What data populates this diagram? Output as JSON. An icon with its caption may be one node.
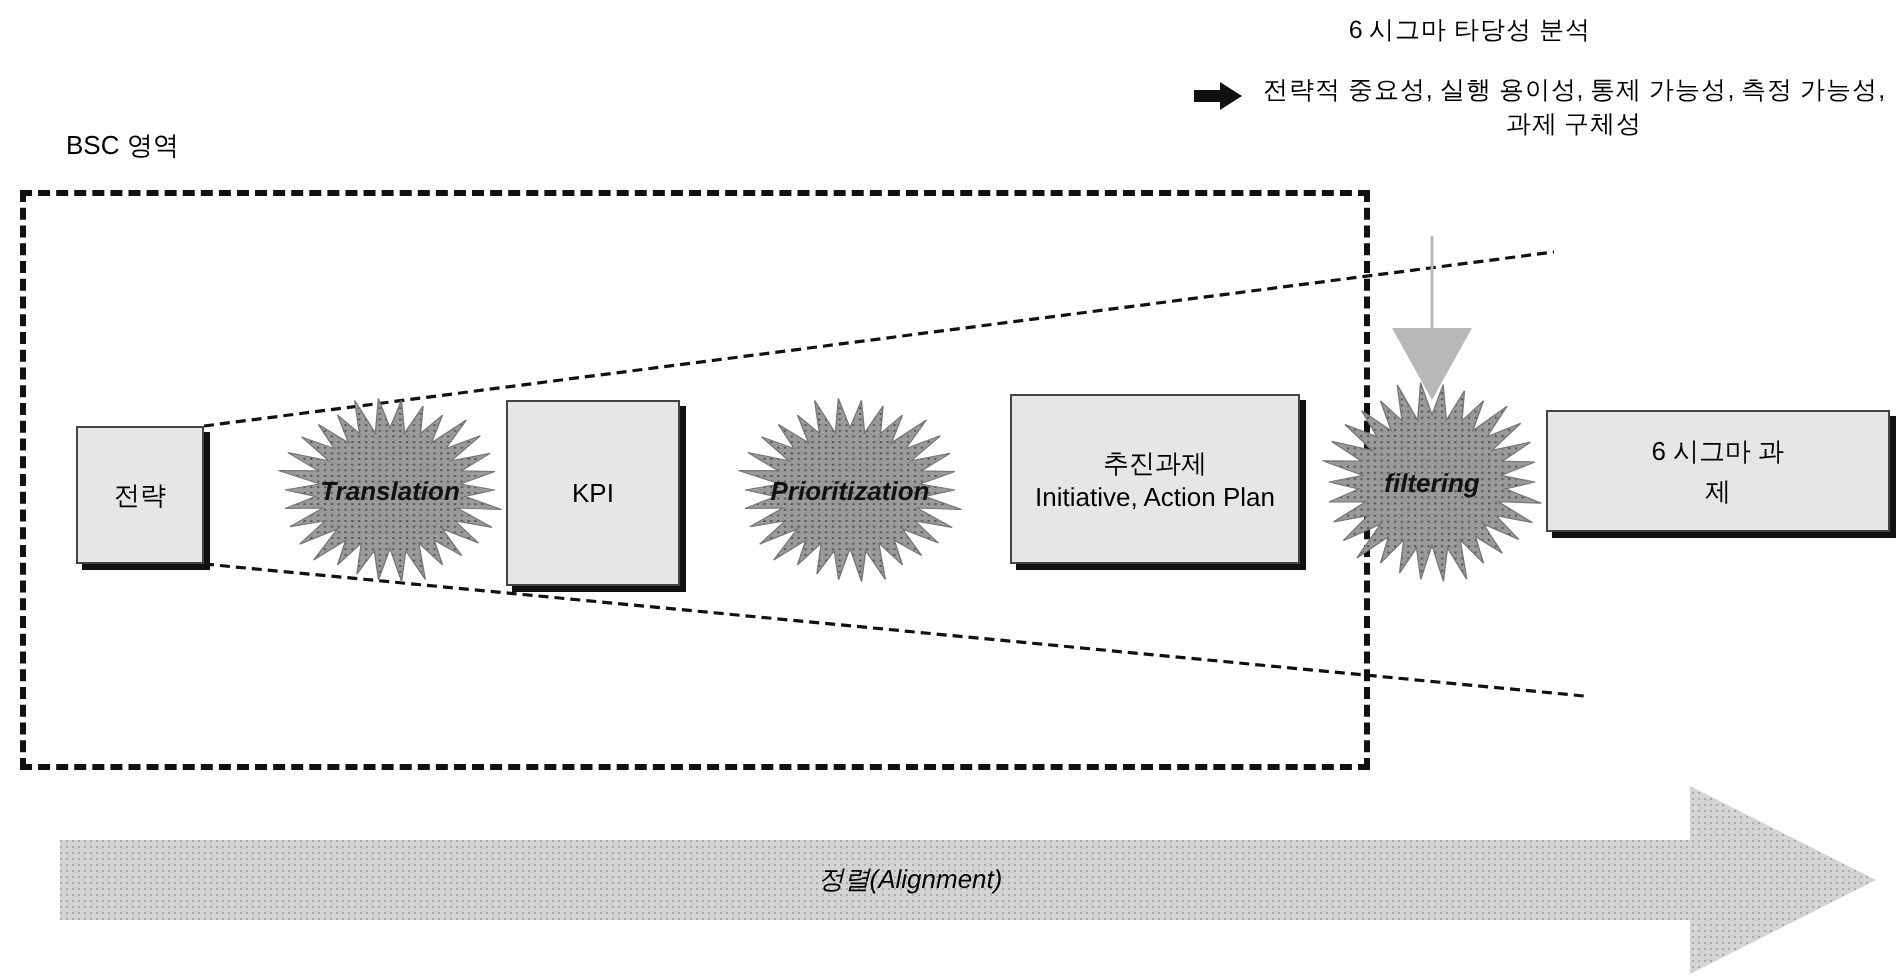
{
  "diagram": {
    "nodes": [
      {
        "text": [
          "BSC 영역"
        ]
      },
      {
        "text": [
          "전략"
        ],
        "in": 0
      },
      {
        "text": [
          "Translation"
        ],
        "in": 0
      },
      {
        "text": [
          "KPI"
        ],
        "in": 0
      },
      {
        "text": [
          "Prioritization"
        ],
        "in": 0
      },
      {
        "text": [
          "추진과제",
          "Initiative, Action Plan"
        ],
        "in": 0
      },
      {
        "text": [
          "filtering"
        ]
      },
      {
        "text": [
          "6 시그마 과제"
        ]
      },
      {
        "text": [
          "6 시그마 타당성 분석",
          "전략적 중요성, 실행 용이성, 통제 가능성, 측정 가능성, 과제 구체성"
        ]
      },
      {
        "text": [
          "정렬(Alignment)"
        ]
      }
    ],
    "edges": [
      {
        "from": 8,
        "to": 6,
        "arrow": "to",
        "color": "#b8b8b8"
      }
    ]
  }
}
